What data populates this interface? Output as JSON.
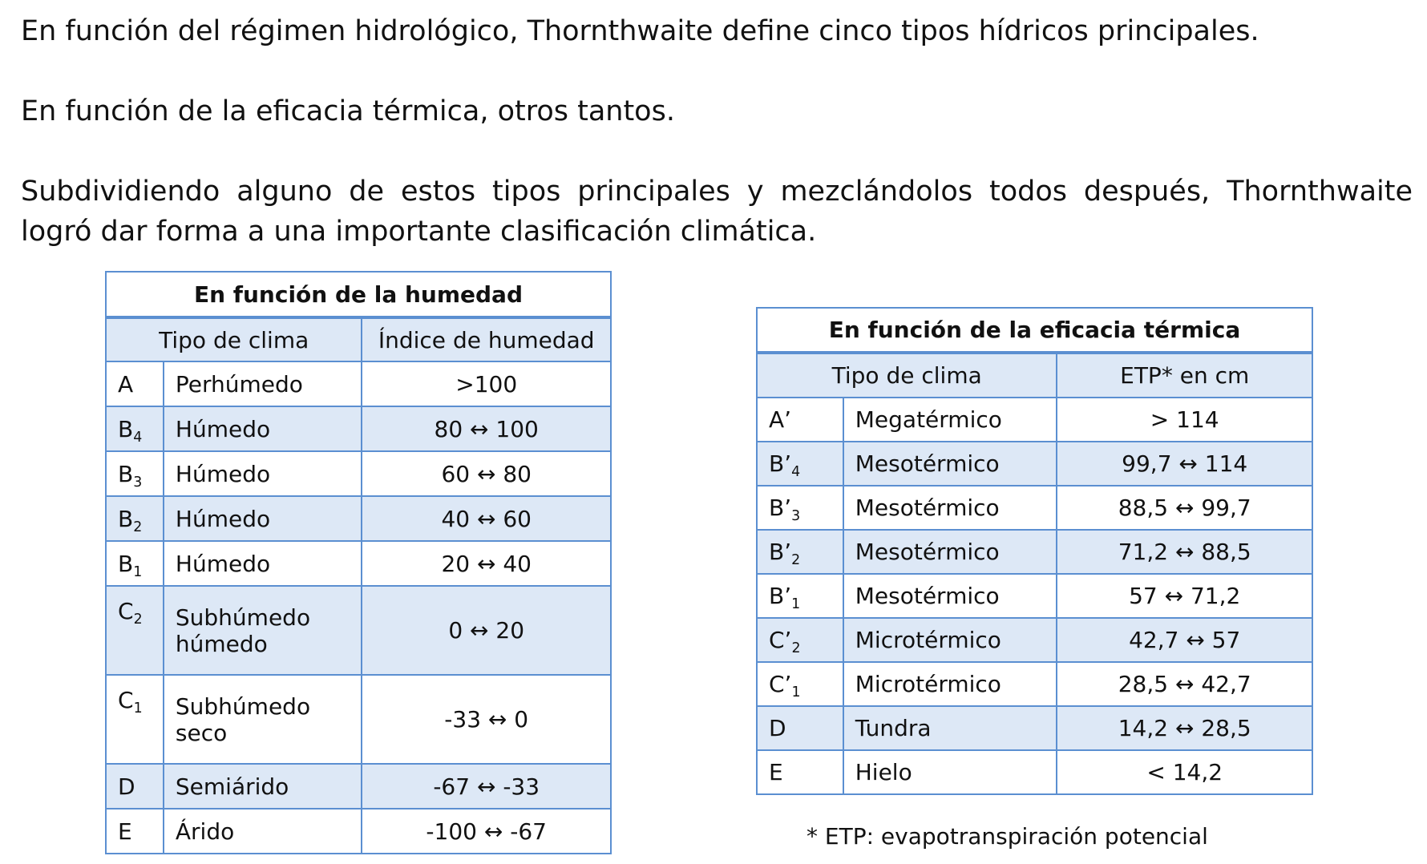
{
  "paragraphs": {
    "p1": "En función del régimen hidrológico, Thornthwaite define cinco tipos hídricos principales.",
    "p2": "En función de la eficacia térmica, otros tantos.",
    "p3": "Subdividiendo alguno de estos tipos principales y mezclándolos todos después, Thornthwaite logró dar forma a una importante clasificación climática."
  },
  "humidity_table": {
    "title": "En función de la humedad",
    "col_type": "Tipo de clima",
    "col_index": "Índice de humedad",
    "rows": [
      {
        "code": "A",
        "sub": "",
        "name": "Perhúmedo",
        "value": ">100"
      },
      {
        "code": "B",
        "sub": "4",
        "name": "Húmedo",
        "value": "80 ↔ 100"
      },
      {
        "code": "B",
        "sub": "3",
        "name": "Húmedo",
        "value": "60 ↔ 80"
      },
      {
        "code": "B",
        "sub": "2",
        "name": "Húmedo",
        "value": "40 ↔ 60"
      },
      {
        "code": "B",
        "sub": "1",
        "name": "Húmedo",
        "value": "20 ↔ 40"
      },
      {
        "code": "C",
        "sub": "2",
        "name": "Subhúmedo húmedo",
        "value": "0 ↔ 20"
      },
      {
        "code": "C",
        "sub": "1",
        "name": "Subhúmedo seco",
        "value": "-33 ↔ 0"
      },
      {
        "code": "D",
        "sub": "",
        "name": "Semiárido",
        "value": "-67 ↔ -33"
      },
      {
        "code": "E",
        "sub": "",
        "name": "Árido",
        "value": "-100 ↔ -67"
      }
    ]
  },
  "thermal_table": {
    "title": "En función de la eficacia térmica",
    "col_type": "Tipo de clima",
    "col_etp": "ETP* en cm",
    "rows": [
      {
        "code": "A’",
        "sub": "",
        "name": "Megatérmico",
        "value": "> 114"
      },
      {
        "code": "B’",
        "sub": "4",
        "name": "Mesotérmico",
        "value": "99,7 ↔ 114"
      },
      {
        "code": "B’",
        "sub": "3",
        "name": "Mesotérmico",
        "value": "88,5 ↔ 99,7"
      },
      {
        "code": "B’",
        "sub": "2",
        "name": "Mesotérmico",
        "value": "71,2 ↔ 88,5"
      },
      {
        "code": "B’",
        "sub": "1",
        "name": "Mesotérmico",
        "value": "57 ↔ 71,2"
      },
      {
        "code": "C’",
        "sub": "2",
        "name": "Microtérmico",
        "value": "42,7 ↔ 57"
      },
      {
        "code": "C’",
        "sub": "1",
        "name": "Microtérmico",
        "value": "28,5 ↔ 42,7"
      },
      {
        "code": "D",
        "sub": "",
        "name": "Tundra",
        "value": "14,2 ↔ 28,5"
      },
      {
        "code": "E",
        "sub": "",
        "name": "Hielo",
        "value": "< 14,2"
      }
    ]
  },
  "footnote": "* ETP: evapotranspiración potencial",
  "colors": {
    "border": "#5b8fd1",
    "band": "#dde8f6"
  }
}
